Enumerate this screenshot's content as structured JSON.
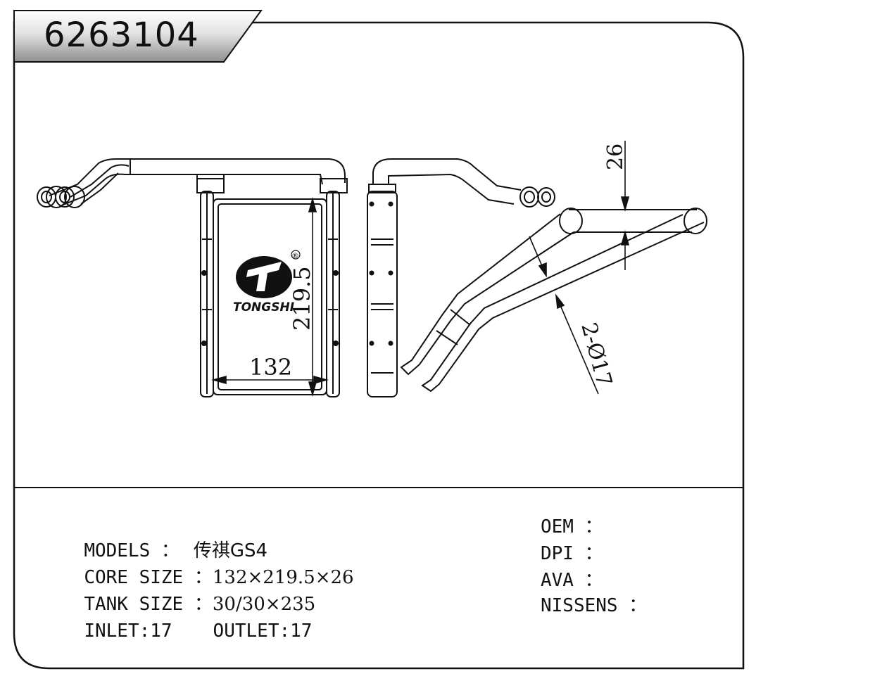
{
  "part_number": "6263104",
  "brand": "TONGSHI",
  "registered_mark": "®",
  "dimensions": {
    "width": "132",
    "height": "219.5",
    "thickness": "26",
    "tube_spec": "2-Ø17"
  },
  "specs": {
    "models_label": "MODELS ：",
    "models_value": "传祺GS4",
    "core_label": "CORE SIZE ：",
    "core_value": "132×219.5×26",
    "tank_label": "TANK SIZE ：",
    "tank_value": "30/30×235",
    "inlet": "INLET:17",
    "outlet": "OUTLET:17"
  },
  "references": {
    "oem_label": "OEM ：",
    "dpi_label": "DPI ：",
    "ava_label": "AVA ：",
    "nissens_label": "NISSENS ："
  }
}
